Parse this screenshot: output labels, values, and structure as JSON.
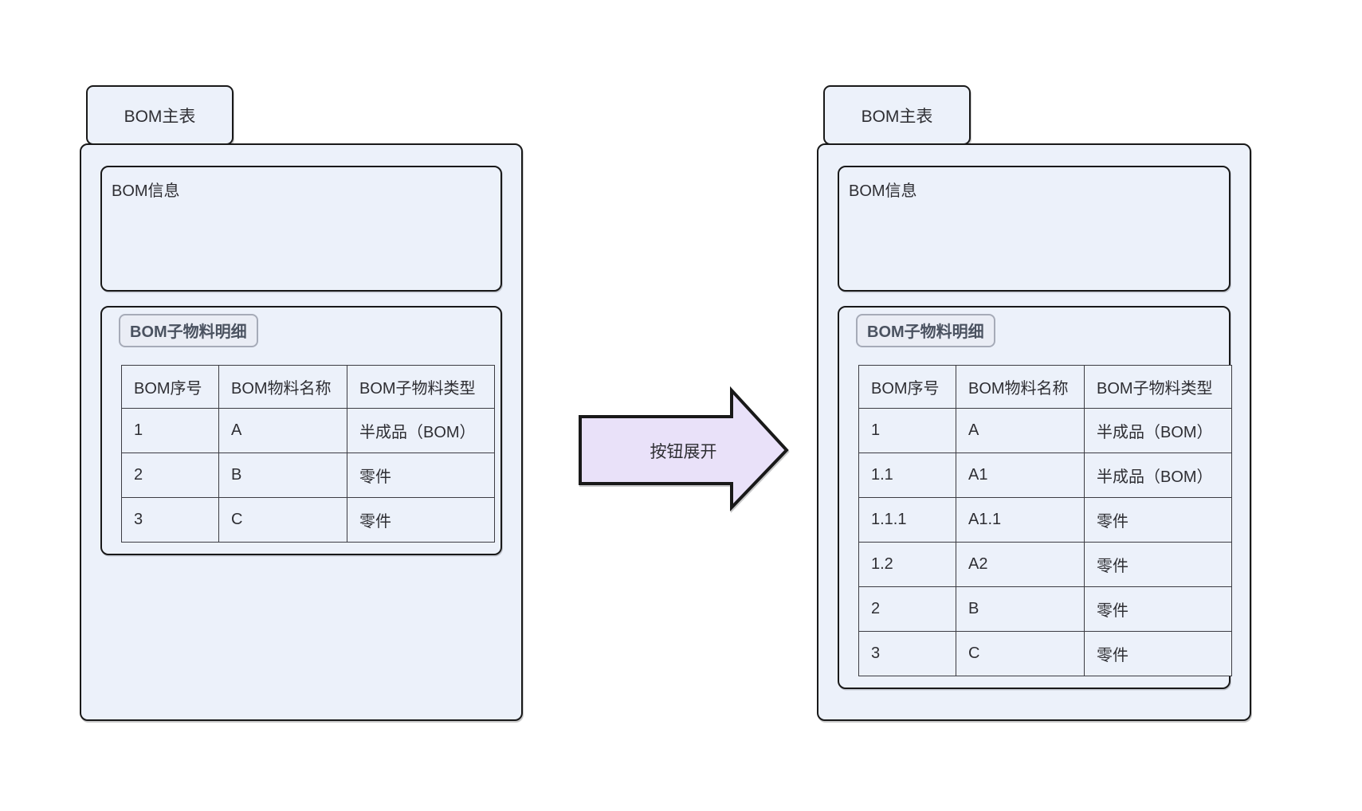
{
  "diagram": {
    "arrow": {
      "label": "按钮展开",
      "fill": "#E9E1F9",
      "stroke": "#191919"
    },
    "colors": {
      "box_fill": "#ECF1FA",
      "outer_border": "#191919",
      "table_border": "#3C3C43",
      "badge_fill": "#EAEDF5",
      "badge_border": "#A6ABB8",
      "badge_text": "#4A5260",
      "text": "#2E2E33",
      "background": "#FFFFFF"
    },
    "panels": [
      {
        "id": "collapsed",
        "tab_label": "BOM主表",
        "info_label": "BOM信息",
        "detail_label": "BOM子物料明细",
        "table": {
          "headers": [
            "BOM序号",
            "BOM物料名称",
            "BOM子物料类型"
          ],
          "rows": [
            [
              "1",
              "A",
              "半成品（BOM）"
            ],
            [
              "2",
              "B",
              "零件"
            ],
            [
              "3",
              "C",
              "零件"
            ]
          ]
        }
      },
      {
        "id": "expanded",
        "tab_label": "BOM主表",
        "info_label": "BOM信息",
        "detail_label": "BOM子物料明细",
        "table": {
          "headers": [
            "BOM序号",
            "BOM物料名称",
            "BOM子物料类型"
          ],
          "rows": [
            [
              "1",
              "A",
              "半成品（BOM）"
            ],
            [
              "1.1",
              "A1",
              "半成品（BOM）"
            ],
            [
              "1.1.1",
              "A1.1",
              "零件"
            ],
            [
              "1.2",
              "A2",
              "零件"
            ],
            [
              "2",
              "B",
              "零件"
            ],
            [
              "3",
              "C",
              "零件"
            ]
          ]
        }
      }
    ]
  }
}
